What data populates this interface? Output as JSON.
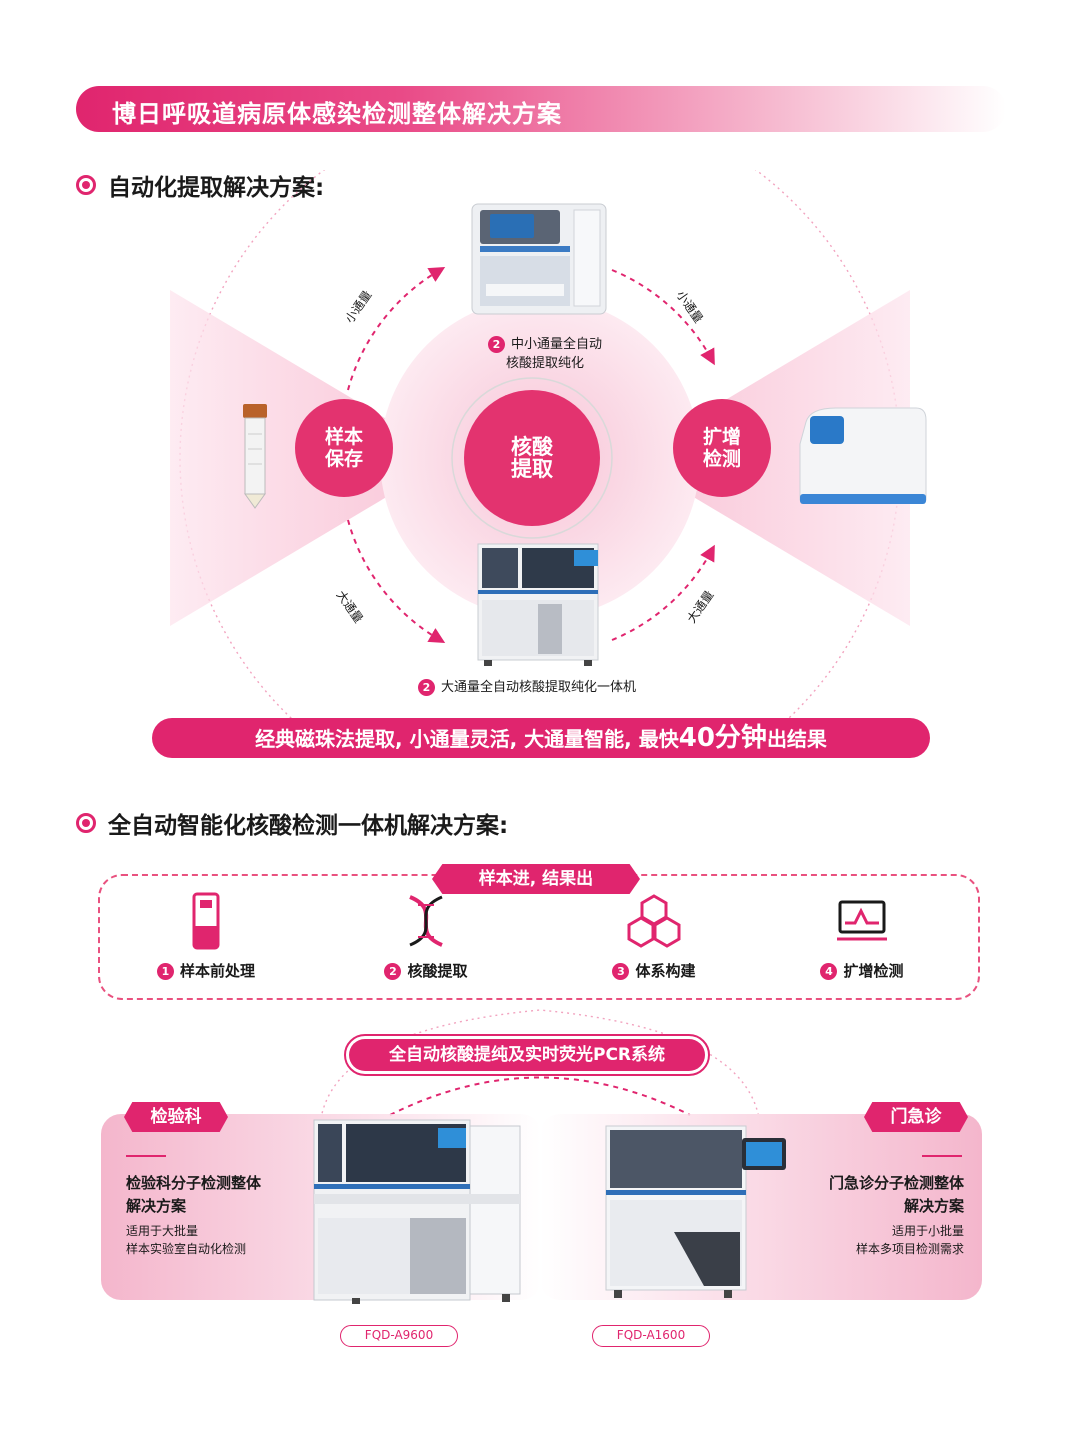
{
  "header": {
    "title": "博日呼吸道病原体感染检测整体解决方案"
  },
  "section1": {
    "title": "自动化提取解决方案:",
    "circles": {
      "left": "样本\n保存",
      "center": "核酸\n提取",
      "right": "扩增\n检测"
    },
    "arrows": {
      "top_left": "小通量",
      "top_right": "小通量",
      "bottom_left": "大通量",
      "bottom_right": "大通量"
    },
    "top_machine": {
      "badge": "2",
      "line1": "中小通量全自动",
      "line2": "核酸提取纯化"
    },
    "bottom_machine": {
      "badge": "2",
      "label": "大通量全自动核酸提取纯化一体机"
    },
    "slogan": {
      "prefix": "经典磁珠法提取, 小通量灵活, 大通量智能, 最快",
      "highlight": "40分钟",
      "suffix": "出结果"
    }
  },
  "section2": {
    "title": "全自动智能化核酸检测一体机解决方案:",
    "flow_tag": "样本进, 结果出",
    "steps": [
      {
        "num": "1",
        "label": "样本前处理",
        "icon": "sample-tube-icon"
      },
      {
        "num": "2",
        "label": "核酸提取",
        "icon": "dna-icon"
      },
      {
        "num": "3",
        "label": "体系构建",
        "icon": "cubes-icon"
      },
      {
        "num": "4",
        "label": "扩增检测",
        "icon": "monitor-curve-icon"
      }
    ],
    "system": "全自动核酸提纯及实时荧光PCR系统",
    "left_panel": {
      "tag": "检验科",
      "title1": "检验科分子检测整体",
      "title2": "解决方案",
      "sub1": "适用于大批量",
      "sub2": "样本实验室自动化检测",
      "model": "FQD-A9600"
    },
    "right_panel": {
      "tag": "门急诊",
      "title1": "门急诊分子检测整体",
      "title2": "解决方案",
      "sub1": "适用于小批量",
      "sub2": "样本多项目检测需求",
      "model": "FQD-A1600"
    }
  },
  "colors": {
    "accent": "#e0256e",
    "circle": "#e3336f",
    "soft_pink": "#fbe0ea"
  }
}
